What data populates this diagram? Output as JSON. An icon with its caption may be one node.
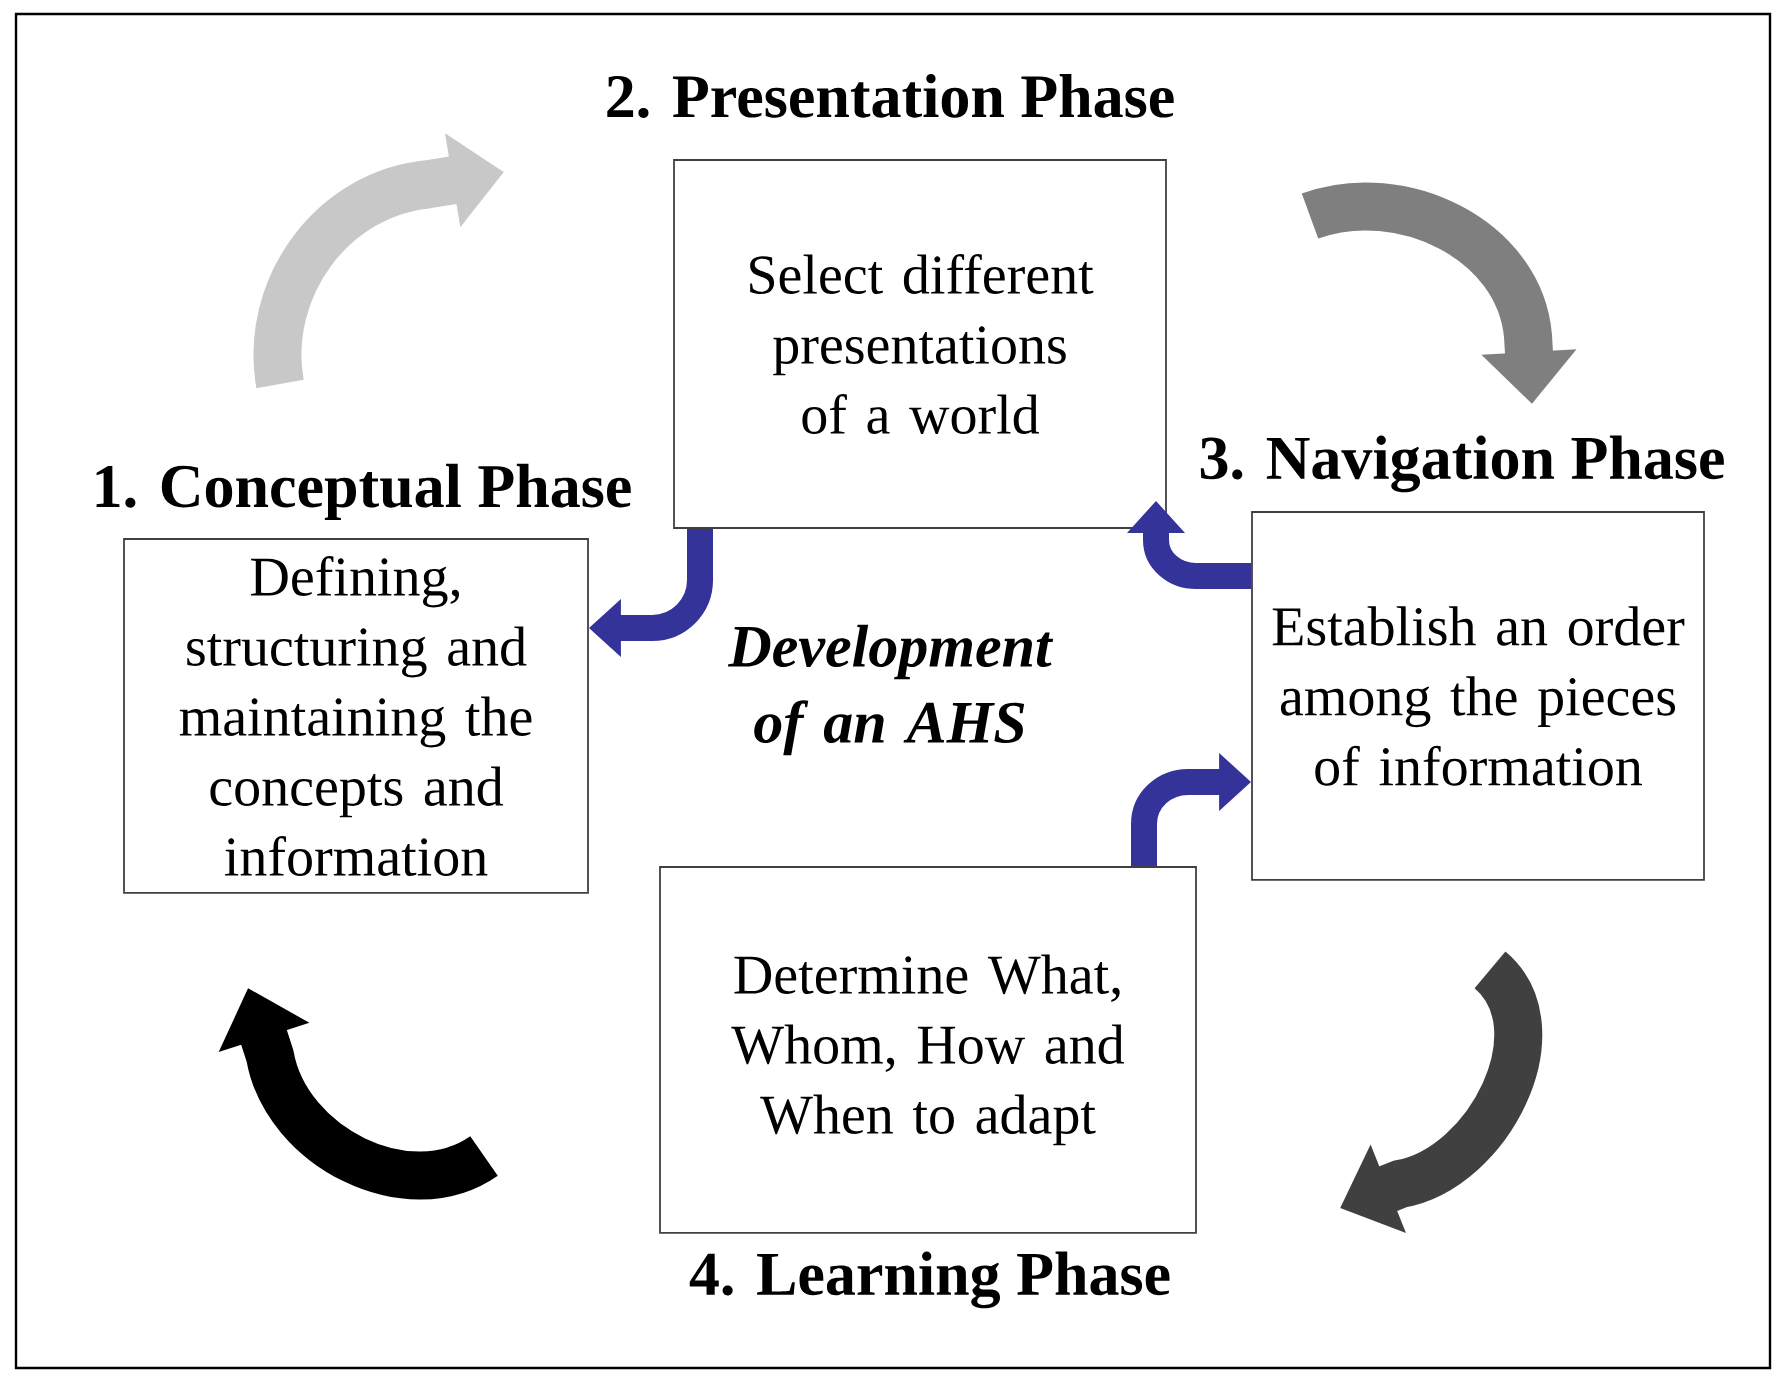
{
  "diagram": {
    "nodes": [
      {
        "text": [
          "1. Conceptual Phase",
          "Defining, structuring and maintaining the concepts and information"
        ]
      },
      {
        "text": [
          "2. Presentation Phase",
          "Select different presentations of a world"
        ]
      },
      {
        "text": [
          "3. Navigation Phase",
          "Establish an order among the pieces of information"
        ]
      },
      {
        "text": [
          "Determine What, Whom, How and When to adapt",
          "4. Learning Phase"
        ]
      }
    ],
    "edges": [
      {
        "from": 1,
        "to": 0,
        "arrow": "to",
        "color": "#333399"
      },
      {
        "from": 2,
        "to": 1,
        "arrow": "to",
        "color": "#333399"
      },
      {
        "from": 3,
        "to": 2,
        "arrow": "to",
        "color": "#333399"
      }
    ],
    "labels": [
      "Development of an AHS"
    ]
  }
}
